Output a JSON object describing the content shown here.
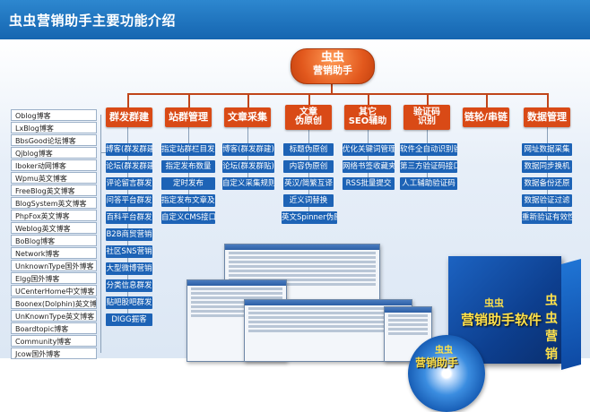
{
  "header": {
    "title": "虫虫营销助手主要功能介绍"
  },
  "root": {
    "line1": "虫虫",
    "line2": "营销助手"
  },
  "categories": [
    {
      "label": "群发群建",
      "items": [
        "博客(群发群建)",
        "论坛(群发群建)",
        "评论留言群发",
        "问答平台群发",
        "百科平台群发",
        "B2B商贸营销",
        "社区SNS营销",
        "大型微博营销",
        "分类信息群发",
        "贴吧股吧群发",
        "DIGG掘客"
      ]
    },
    {
      "label": "站群管理",
      "items": [
        "指定站群栏目发布",
        "指定发布数量",
        "定时发布",
        "指定发布文章及分组",
        "自定义CMS接口"
      ]
    },
    {
      "label": "文章采集",
      "items": [
        "博客(群发群建)",
        "论坛(群发群贴)",
        "自定义采集规则"
      ]
    },
    {
      "label_line1": "文章",
      "label_line2": "伪原创",
      "items": [
        "标题伪原创",
        "内容伪原创",
        "英汉/简繁互译",
        "近义词替换",
        "英文Spinner伪原创"
      ]
    },
    {
      "label_line1": "其它",
      "label_line2": "SEO辅助",
      "items": [
        "优化关键词管理",
        "网络书签收藏夹",
        "RSS批量提交"
      ]
    },
    {
      "label_line1": "验证码",
      "label_line2": "识别",
      "items": [
        "软件全自动识别验证码",
        "第三方验证码接口",
        "人工辅助验证码"
      ]
    },
    {
      "label": "链轮/串链",
      "items": []
    },
    {
      "label": "数据管理",
      "items": [
        "网址数据采集",
        "数据同步换机",
        "数据备份还原",
        "数据验证过滤",
        "重新验证有效性"
      ]
    }
  ],
  "platforms": [
    "Oblog博客",
    "LxBlog博客",
    "BbsGood论坛博客",
    "Qjblog博客",
    "Iboker动网博客",
    "Wpmu英文博客",
    "FreeBlog英文博客",
    "BlogSystem英文博客",
    "PhpFox英文博客",
    "Weblog英文博客",
    "BoBlog博客",
    "Network博客",
    "UnknownType国外博客",
    "Elgg国外博客",
    "UCenterHome中文博客",
    "Boonex(Dolphin)英文博客",
    "UnKnownType英文博客",
    "Boardtopic博客",
    "Community博客",
    "Jcow国外博客"
  ],
  "product": {
    "brand_small": "虫虫",
    "brand": "营销助手软件",
    "vertical": "虫虫营销",
    "disc_line1": "虫虫",
    "disc_line2": "营销助手"
  },
  "colors": {
    "header": "#1a6fbf",
    "category": "#d94a16",
    "item": "#1d63b6"
  }
}
